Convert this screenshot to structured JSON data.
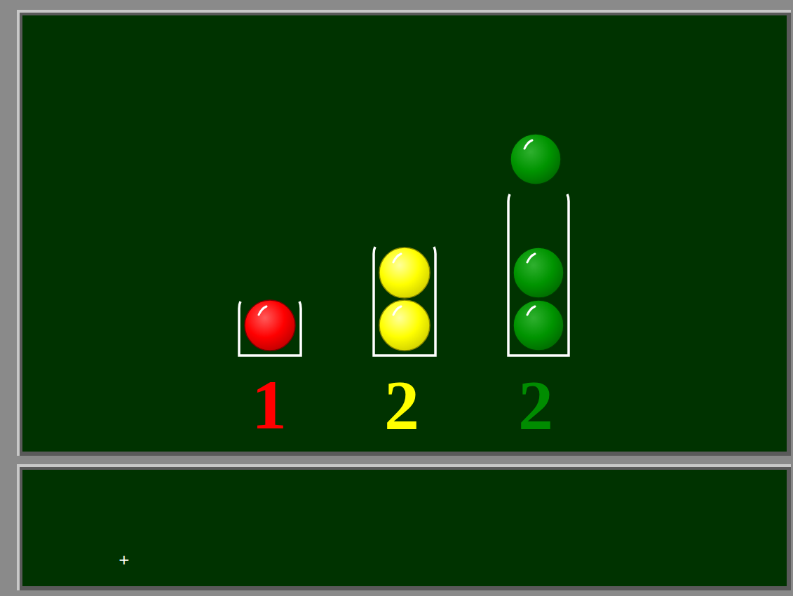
{
  "diagram": {
    "labels": [
      "1",
      "2",
      "2",
      "+"
    ]
  }
}
